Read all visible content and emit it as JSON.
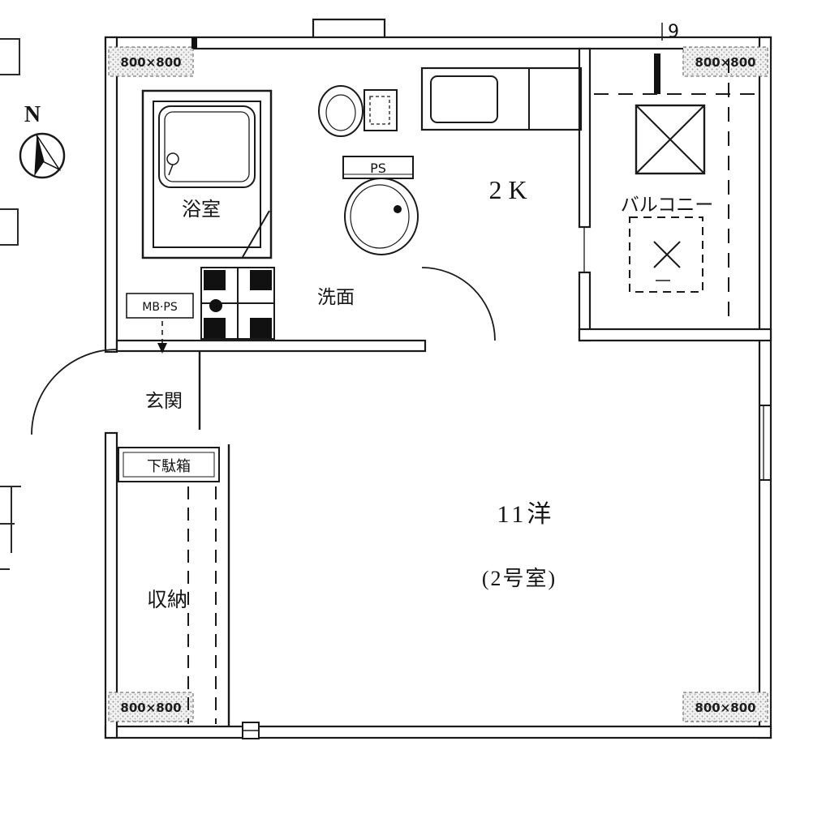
{
  "colors": {
    "ink": "#1a1a1a",
    "paper": "#ffffff"
  },
  "compass": {
    "north_label": "N"
  },
  "annotations": {
    "floor_mark": "9"
  },
  "rooms": {
    "bathroom": {
      "label": "浴室"
    },
    "washroom": {
      "label": "洗面"
    },
    "kitchen": {
      "label": "2K"
    },
    "balcony": {
      "label": "バルコニー"
    },
    "entrance": {
      "label": "玄関"
    },
    "storage": {
      "label": "収納"
    },
    "main_room": {
      "label": "11洋",
      "sub_label": "(2号室)"
    }
  },
  "fixtures": {
    "ps_label": "PS",
    "mb_ps_label": "MB·PS",
    "shoe_cabinet_label": "下駄箱"
  },
  "dimensions": {
    "top_left": "800×800",
    "top_right": "800×800",
    "bottom_left": "800×800",
    "bottom_right": "800×800"
  }
}
